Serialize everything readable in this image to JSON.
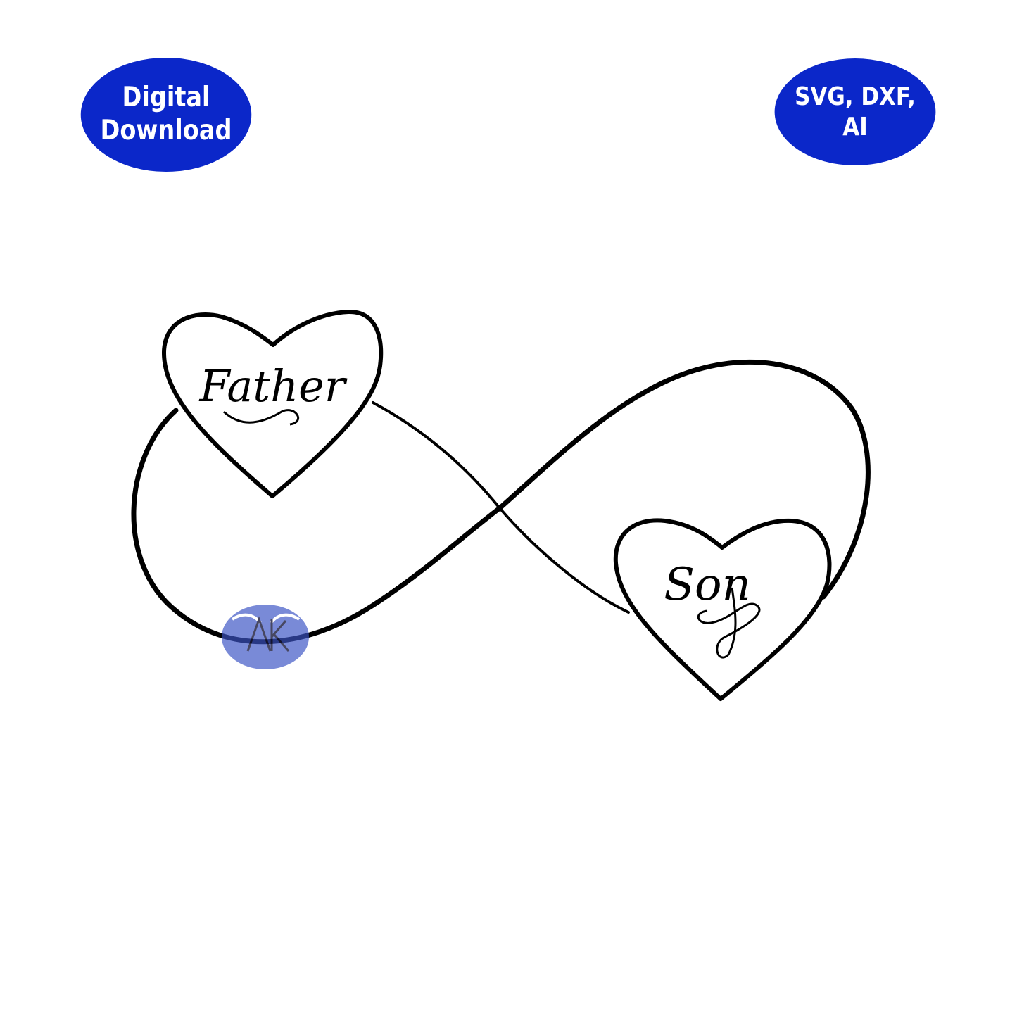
{
  "badges": {
    "left": {
      "line1": "Digital",
      "line2": "Download"
    },
    "right": {
      "line1": "SVG,  DXF,",
      "line2": "AI"
    }
  },
  "hearts": {
    "left_label": "Father",
    "right_label": "Son"
  },
  "colors": {
    "badge_fill": "#0b27c9",
    "line": "#000000",
    "background": "#ffffff",
    "watermark": "#3b54c4"
  },
  "icons": {
    "watermark": "ak-monogram-wings-watermark"
  }
}
